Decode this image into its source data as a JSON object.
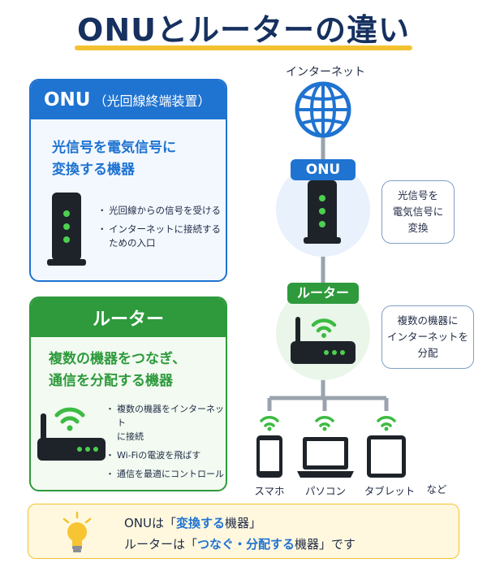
{
  "title": "ONUとルーターの違い",
  "onu_card": {
    "header_main": "ONU",
    "header_sub": "（光回線終端装置）",
    "headline_1": "光信号を電気信号に",
    "headline_2": "変換する機器",
    "bullets": [
      "光回線からの信号を受ける",
      "インターネットに接続する",
      "ための入口"
    ]
  },
  "router_card": {
    "header": "ルーター",
    "headline_1": "複数の機器をつなぎ、",
    "headline_2": "通信を分配する機器",
    "bullets": [
      "複数の機器をインターネット",
      "に接続",
      "Wi-Fiの電波を飛ばす",
      "通信を最適にコントロール"
    ]
  },
  "diagram": {
    "internet_label": "インターネット",
    "onu_label": "ONU",
    "router_label": "ルーター",
    "onu_bubble": [
      "光信号を",
      "電気信号に",
      "変換"
    ],
    "router_bubble": [
      "複数の機器に",
      "インターネットを",
      "分配"
    ],
    "devices": [
      "スマホ",
      "パソコン",
      "タブレット"
    ],
    "etc": "など"
  },
  "tip": {
    "line1_a": "ONUは「",
    "line1_b": "変換する",
    "line1_c": "機器」",
    "line2_a": "ルーターは「",
    "line2_b": "つなぐ・分配する",
    "line2_c": "機器」です"
  },
  "colors": {
    "blue": "#1f73d1",
    "green": "#2e9a3c",
    "navy": "#16305f",
    "yellow": "#f2c230"
  }
}
